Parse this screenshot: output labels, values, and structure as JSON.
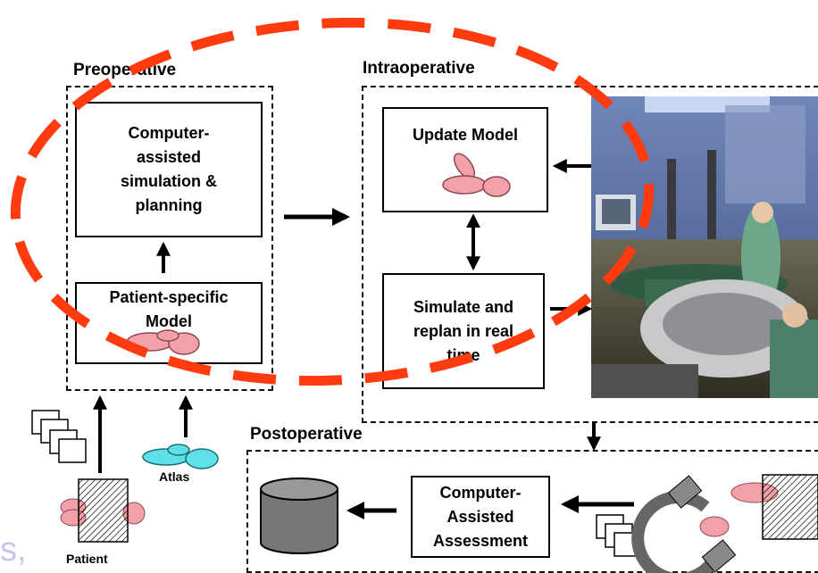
{
  "sections": {
    "preoperative": "Preoperative",
    "intraoperative": "Intraoperative",
    "postoperative": "Postoperative"
  },
  "boxes": {
    "planning": "Computer-\nassisted\nsimulation &\nplanning",
    "patient_model": "Patient-specific\nModel",
    "update_model": "Update Model",
    "simulate": "Simulate and\nreplan in real\ntime",
    "assessment": "Computer-\nAssisted\nAssessment"
  },
  "labels": {
    "atlas": "Atlas",
    "patient": "Patient",
    "faint_text": "s,"
  },
  "colors": {
    "highlight_ellipse": "#ff3b0f",
    "model_pink": "#f4a0a8",
    "atlas_cyan": "#5ee0e8",
    "database_gray": "#777777"
  },
  "icons": {
    "database": "database-cylinder-icon",
    "scanner": "mri-scanner-icon",
    "images": "image-stack-icon",
    "photo": "operating-room-photo"
  }
}
